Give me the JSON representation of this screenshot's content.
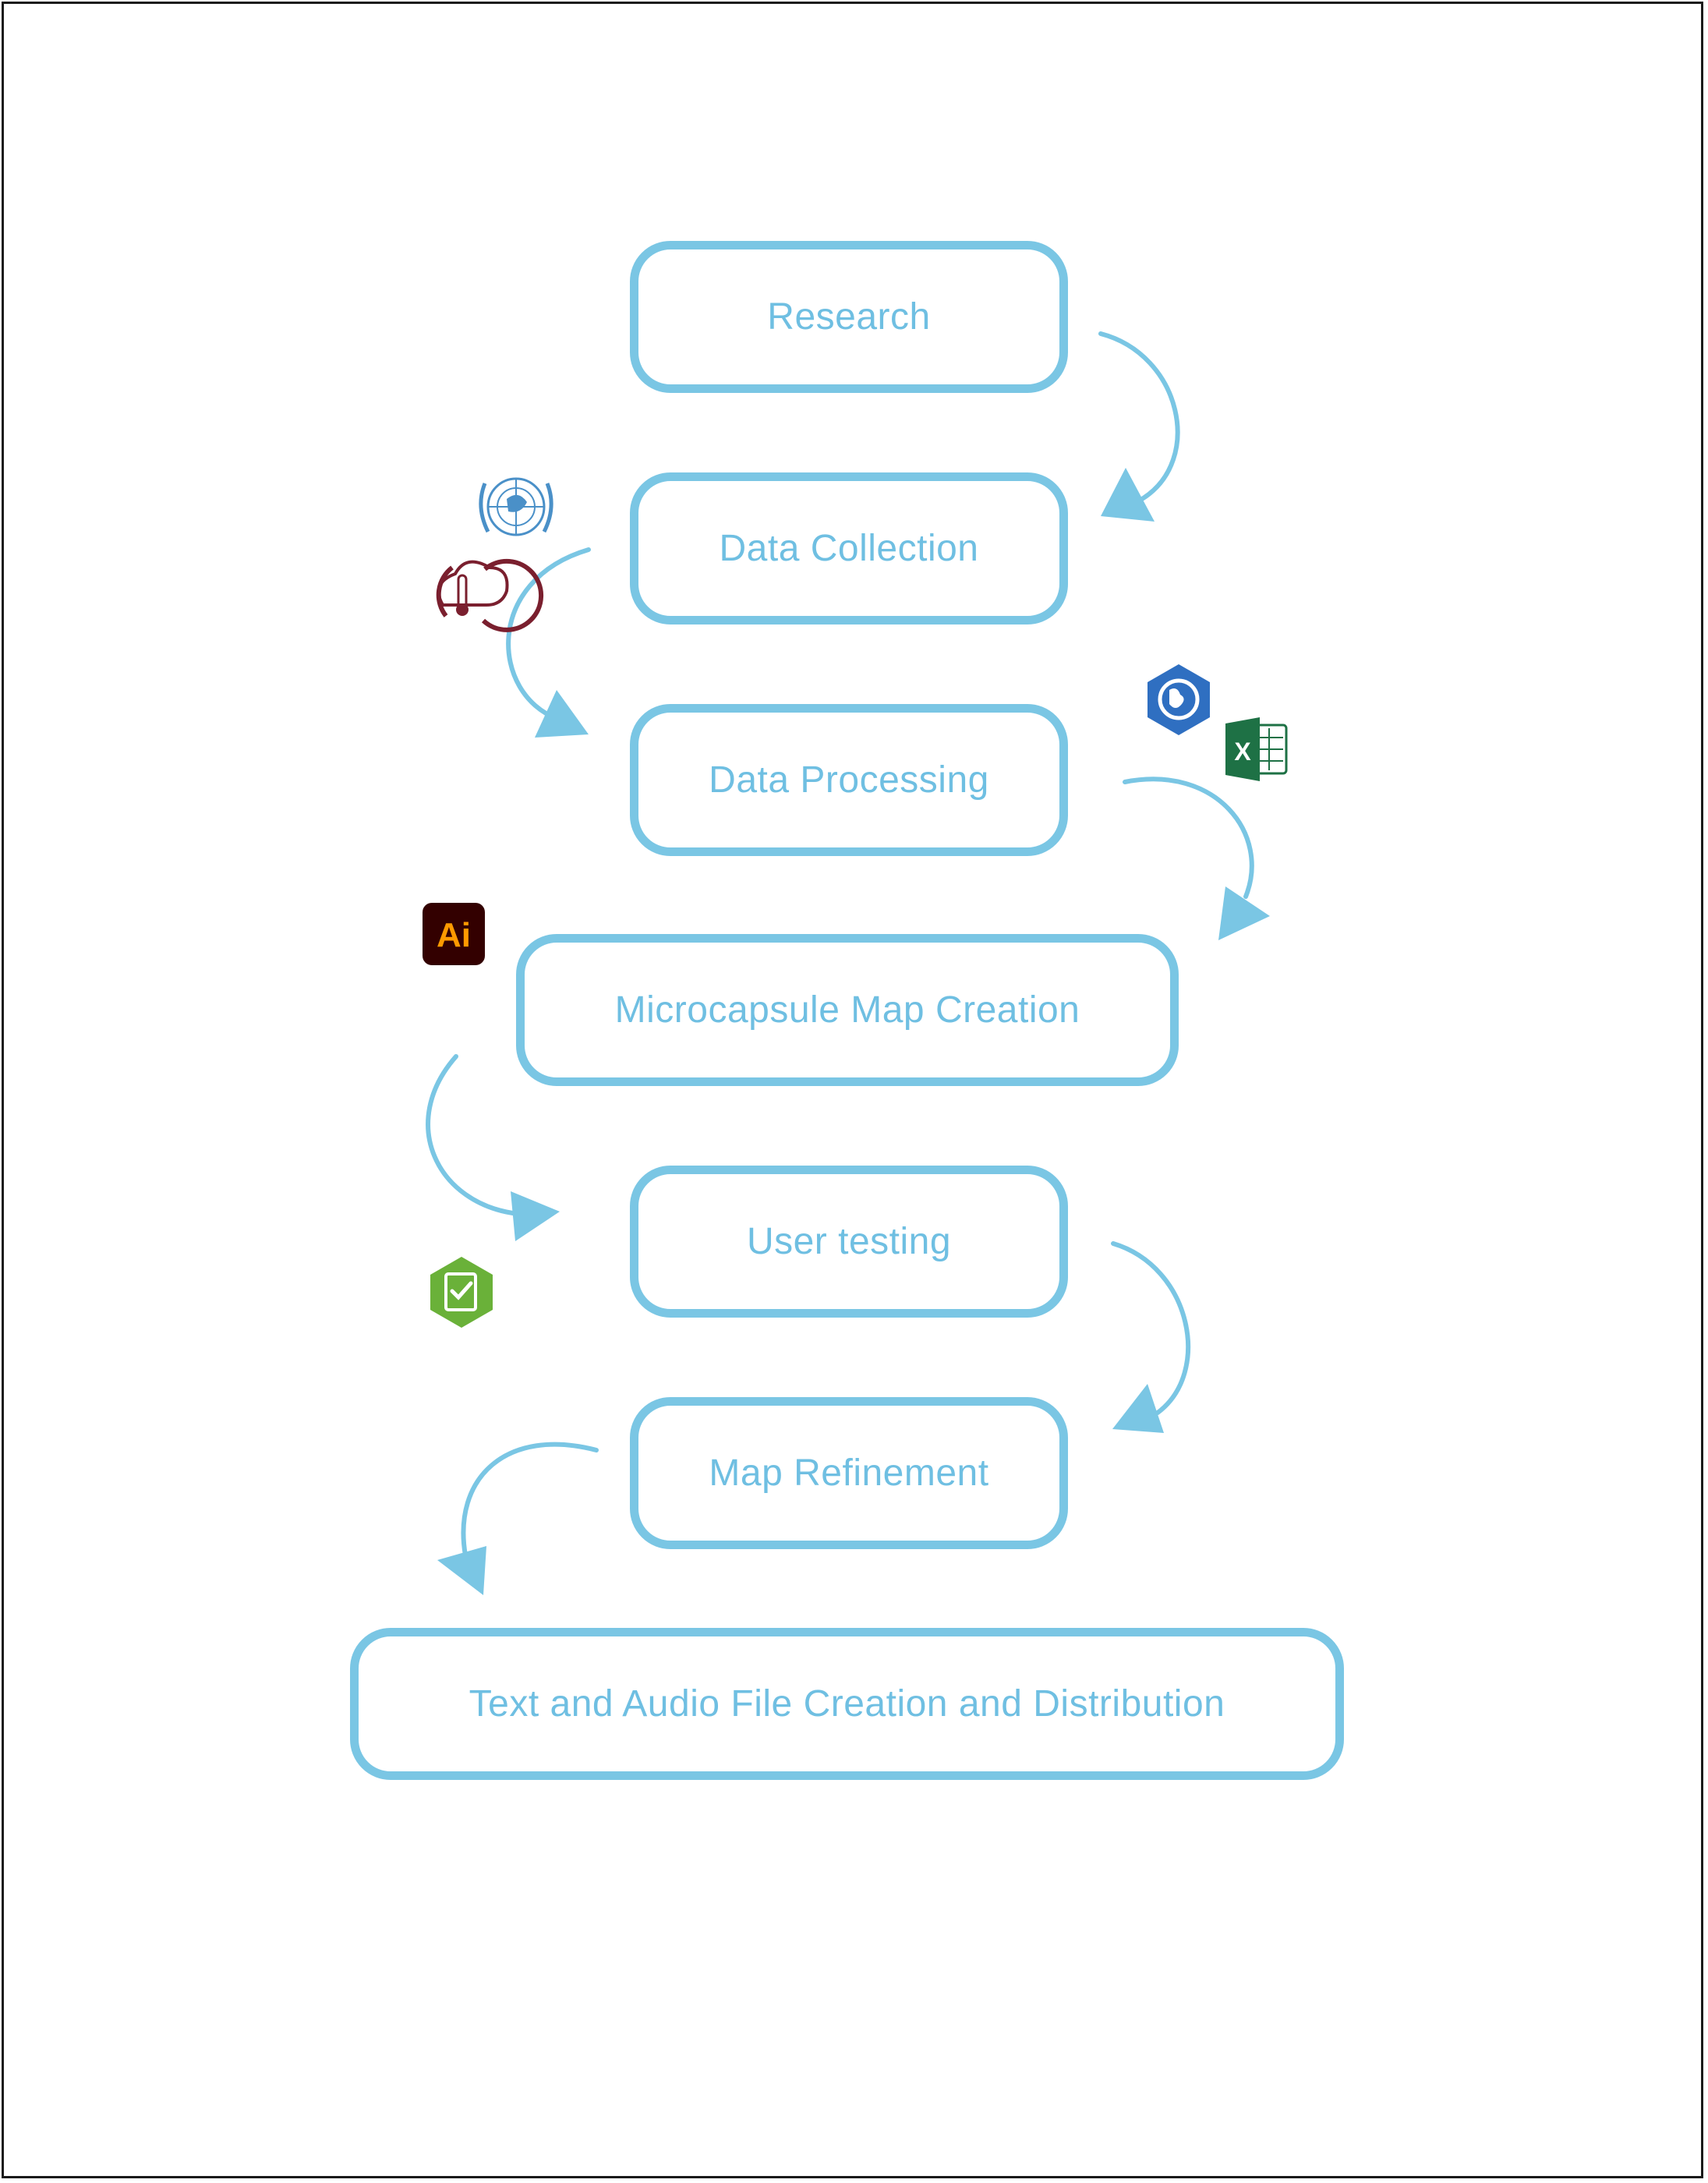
{
  "colors": {
    "accent": "#7ac6e4",
    "text": "#6fbfe2",
    "frame": "#1a1a1a"
  },
  "steps": [
    {
      "label": "Research"
    },
    {
      "label": "Data Collection"
    },
    {
      "label": "Data Processing"
    },
    {
      "label": "Microcapsule Map Creation"
    },
    {
      "label": "User testing"
    },
    {
      "label": "Map Refinement"
    },
    {
      "label": "Text and Audio File Creation and Distribution"
    }
  ],
  "icons": {
    "ai_label": "Ai",
    "excel_label": "X"
  }
}
